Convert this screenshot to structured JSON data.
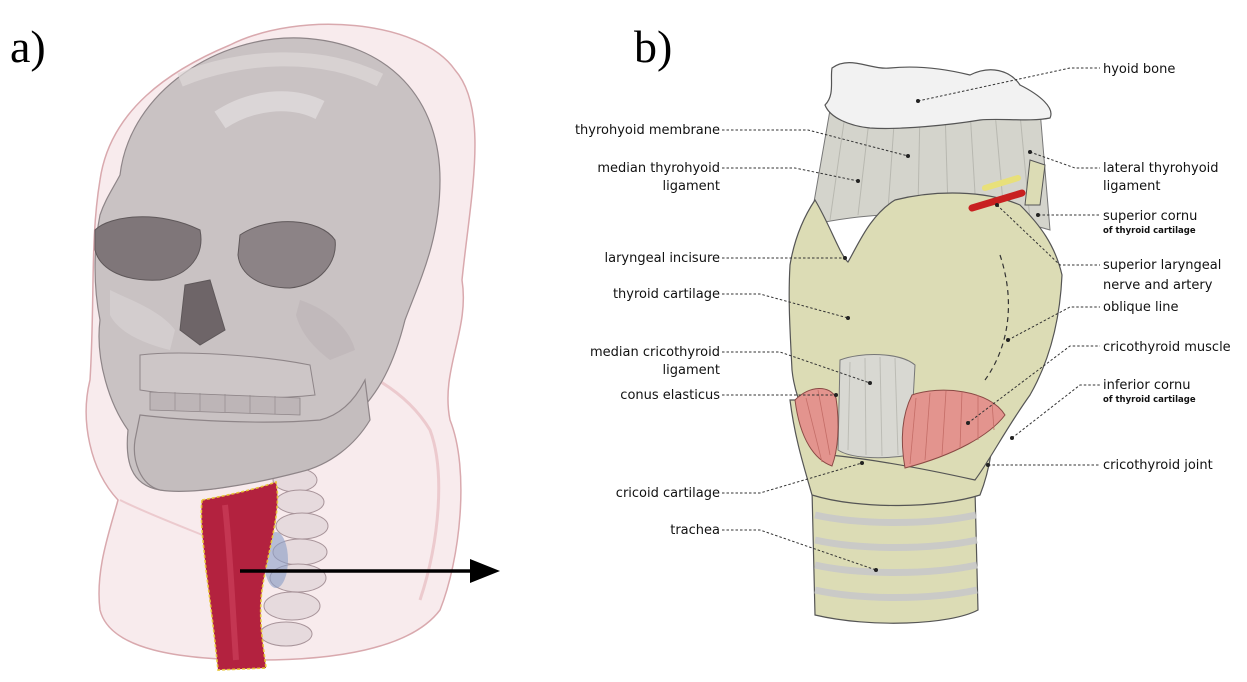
{
  "panels": {
    "a": {
      "letter": "a)"
    },
    "b": {
      "letter": "b)"
    }
  },
  "labels": {
    "hyoid_bone": "hyoid bone",
    "thyrohyoid_membrane": "thyrohyoid membrane",
    "median_thyrohyoid_ligament_1": "median thyrohyoid",
    "median_thyrohyoid_ligament_2": "ligament",
    "lateral_thyrohyoid_ligament_1": "lateral thyrohyoid",
    "lateral_thyrohyoid_ligament_2": "ligament",
    "superior_cornu": "superior cornu",
    "superior_cornu_sub": "of thyroid cartilage",
    "laryngeal_incisure": "laryngeal incisure",
    "superior_laryngeal_1": "superior laryngeal",
    "superior_laryngeal_2": "nerve and artery",
    "thyroid_cartilage": "thyroid cartilage",
    "oblique_line": "oblique line",
    "median_cricothyroid_1": "median cricothyroid",
    "median_cricothyroid_2": "ligament",
    "cricothyroid_muscle": "cricothyroid muscle",
    "conus_elasticus": "conus elasticus",
    "inferior_cornu": "inferior cornu",
    "inferior_cornu_sub": "of thyroid cartilage",
    "cricothyroid_joint": "cricothyroid joint",
    "cricoid_cartilage": "cricoid cartilage",
    "trachea": "trachea"
  },
  "colors": {
    "skull": "#c9c2c3",
    "skin": "#f0d3d6",
    "airway": "#b3223f",
    "cartilage": "#dcdcb5",
    "hyoid": "#f2f2f2",
    "membrane": "#d4d4cc",
    "muscle": "#e3948e",
    "artery": "#c82020",
    "nerve": "#e8e07a"
  }
}
